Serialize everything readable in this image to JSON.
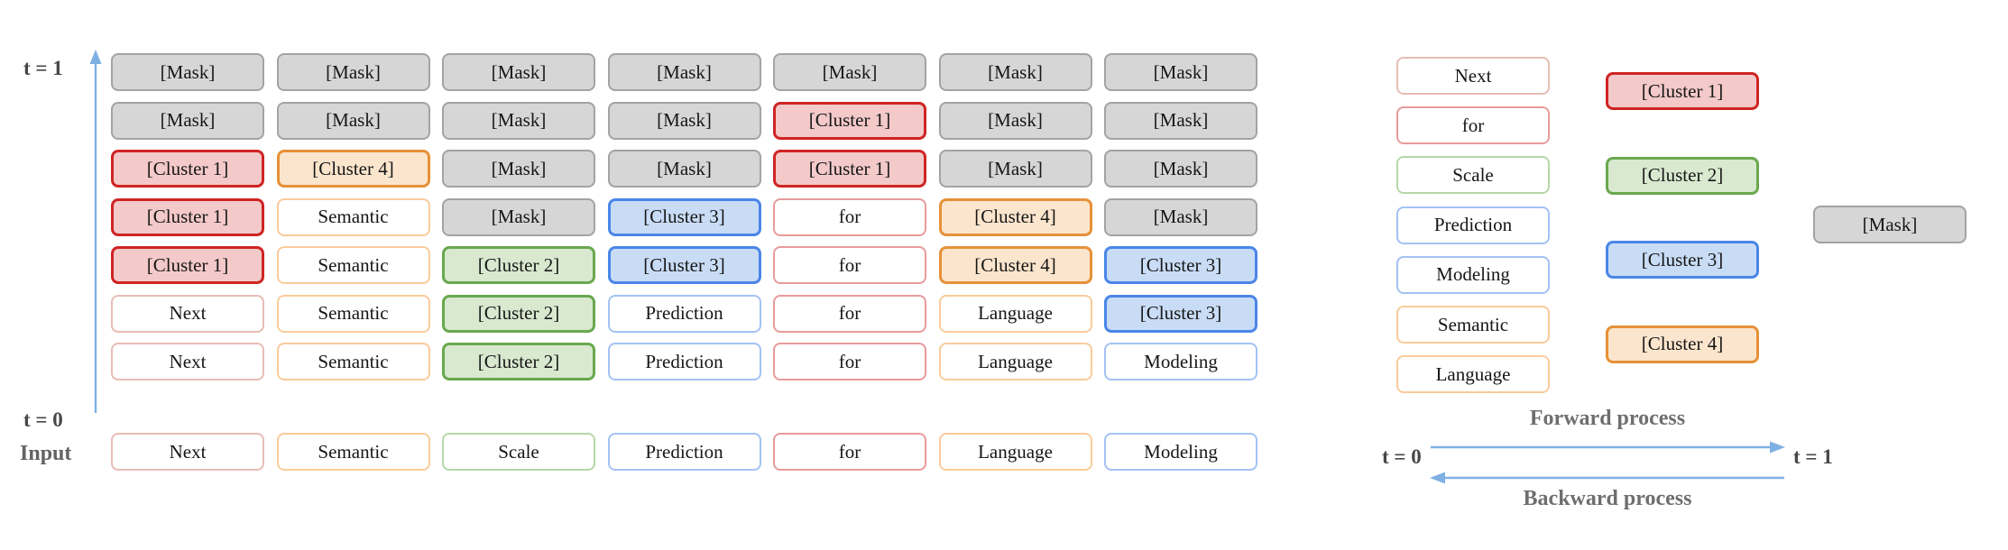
{
  "left_panel": {
    "axis_top_label": "t = 1",
    "axis_bottom_label": "t = 0",
    "input_label": "Input",
    "rows": [
      {
        "cells": [
          {
            "label": "[Mask]",
            "type": "mask"
          },
          {
            "label": "[Mask]",
            "type": "mask"
          },
          {
            "label": "[Mask]",
            "type": "mask"
          },
          {
            "label": "[Mask]",
            "type": "mask"
          },
          {
            "label": "[Mask]",
            "type": "mask"
          },
          {
            "label": "[Mask]",
            "type": "mask"
          },
          {
            "label": "[Mask]",
            "type": "mask"
          }
        ]
      },
      {
        "cells": [
          {
            "label": "[Mask]",
            "type": "mask"
          },
          {
            "label": "[Mask]",
            "type": "mask"
          },
          {
            "label": "[Mask]",
            "type": "mask"
          },
          {
            "label": "[Mask]",
            "type": "mask"
          },
          {
            "label": "[Cluster 1]",
            "type": "c1"
          },
          {
            "label": "[Mask]",
            "type": "mask"
          },
          {
            "label": "[Mask]",
            "type": "mask"
          }
        ]
      },
      {
        "cells": [
          {
            "label": "[Cluster 1]",
            "type": "c1"
          },
          {
            "label": "[Cluster 4]",
            "type": "c4"
          },
          {
            "label": "[Mask]",
            "type": "mask"
          },
          {
            "label": "[Mask]",
            "type": "mask"
          },
          {
            "label": "[Cluster 1]",
            "type": "c1"
          },
          {
            "label": "[Mask]",
            "type": "mask"
          },
          {
            "label": "[Mask]",
            "type": "mask"
          }
        ]
      },
      {
        "cells": [
          {
            "label": "[Cluster 1]",
            "type": "c1"
          },
          {
            "label": "Semantic",
            "type": "sem"
          },
          {
            "label": "[Mask]",
            "type": "mask"
          },
          {
            "label": "[Cluster 3]",
            "type": "c3"
          },
          {
            "label": "for",
            "type": "for"
          },
          {
            "label": "[Cluster 4]",
            "type": "c4"
          },
          {
            "label": "[Mask]",
            "type": "mask"
          }
        ]
      },
      {
        "cells": [
          {
            "label": "[Cluster 1]",
            "type": "c1"
          },
          {
            "label": "Semantic",
            "type": "sem"
          },
          {
            "label": "[Cluster 2]",
            "type": "c2"
          },
          {
            "label": "[Cluster 3]",
            "type": "c3"
          },
          {
            "label": "for",
            "type": "for"
          },
          {
            "label": "[Cluster 4]",
            "type": "c4"
          },
          {
            "label": "[Cluster 3]",
            "type": "c3"
          }
        ]
      },
      {
        "cells": [
          {
            "label": "Next",
            "type": "next"
          },
          {
            "label": "Semantic",
            "type": "sem"
          },
          {
            "label": "[Cluster 2]",
            "type": "c2"
          },
          {
            "label": "Prediction",
            "type": "pred"
          },
          {
            "label": "for",
            "type": "for"
          },
          {
            "label": "Language",
            "type": "lang"
          },
          {
            "label": "[Cluster 3]",
            "type": "c3"
          }
        ]
      },
      {
        "cells": [
          {
            "label": "Next",
            "type": "next"
          },
          {
            "label": "Semantic",
            "type": "sem"
          },
          {
            "label": "[Cluster 2]",
            "type": "c2"
          },
          {
            "label": "Prediction",
            "type": "pred"
          },
          {
            "label": "for",
            "type": "for"
          },
          {
            "label": "Language",
            "type": "lang"
          },
          {
            "label": "Modeling",
            "type": "model"
          }
        ]
      }
    ],
    "input_row": {
      "cells": [
        {
          "label": "Next",
          "type": "next"
        },
        {
          "label": "Semantic",
          "type": "sem"
        },
        {
          "label": "Scale",
          "type": "scale"
        },
        {
          "label": "Prediction",
          "type": "pred"
        },
        {
          "label": "for",
          "type": "for"
        },
        {
          "label": "Language",
          "type": "lang"
        },
        {
          "label": "Modeling",
          "type": "model"
        }
      ]
    }
  },
  "right_panel": {
    "token_list": [
      {
        "label": "Next",
        "type": "next"
      },
      {
        "label": "for",
        "type": "for"
      },
      {
        "label": "Scale",
        "type": "scale"
      },
      {
        "label": "Prediction",
        "type": "pred"
      },
      {
        "label": "Modeling",
        "type": "model"
      },
      {
        "label": "Semantic",
        "type": "sem"
      },
      {
        "label": "Language",
        "type": "lang"
      }
    ],
    "cluster_list": [
      {
        "label": "[Cluster 1]",
        "type": "c1"
      },
      {
        "label": "[Cluster 2]",
        "type": "c2"
      },
      {
        "label": "[Cluster 3]",
        "type": "c3"
      },
      {
        "label": "[Cluster 4]",
        "type": "c4"
      }
    ],
    "mask_token": {
      "label": "[Mask]",
      "type": "mask"
    },
    "process": {
      "forward_label": "Forward process",
      "backward_label": "Backward process",
      "t0_label": "t = 0",
      "t1_label": "t = 1"
    }
  },
  "colors": {
    "mask_fill": "#d6d6d6",
    "mask_border": "#a3a3a3",
    "cluster1_fill": "#f3c9c9",
    "cluster1_border": "#cf2424",
    "cluster2_fill": "#d8e9d0",
    "cluster2_border": "#6aa84f",
    "cluster3_fill": "#c9dcf5",
    "cluster3_border": "#4a86e8",
    "cluster4_fill": "#fce5cd",
    "cluster4_border": "#e69138",
    "next_border": "#e8bcb6",
    "for_border": "#e89b9b",
    "scale_border": "#b6d7a8",
    "blue_word_border": "#a4c2f4",
    "orange_word_border": "#f9cb9c",
    "arrow_blue": "#7fb0e2",
    "label_gray": "#6e6e6e"
  }
}
